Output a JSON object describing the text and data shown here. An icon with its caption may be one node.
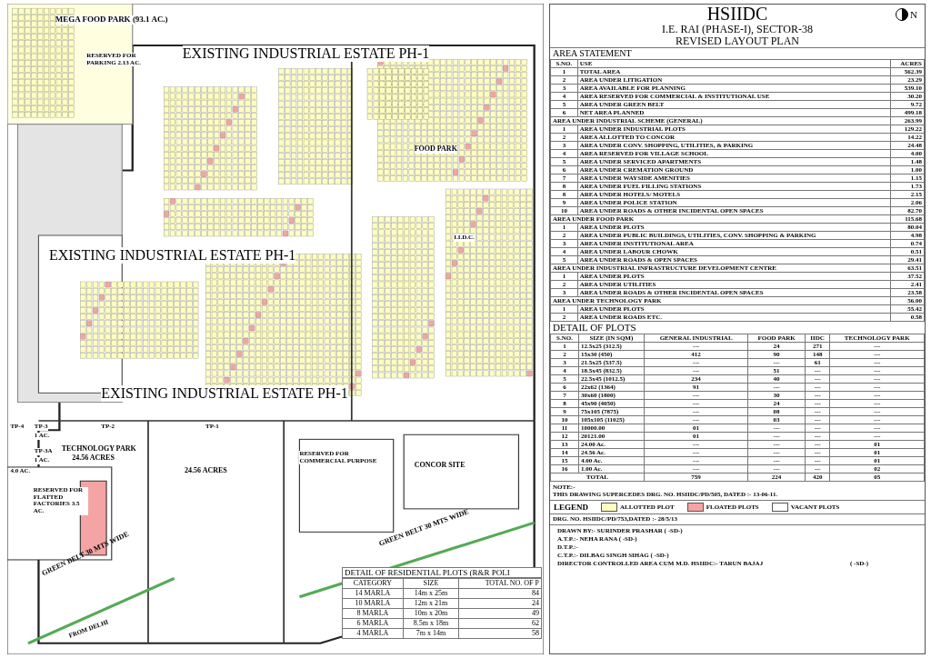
{
  "diagram": {
    "title": "HSIIDC",
    "labels": [
      "I.E. RAI (PHASE-I), SECTOR-38",
      "REVISED LAYOUT PLAN",
      "N",
      "AREA STATEMENT",
      "S.NO.",
      "USE",
      "ACRES",
      "1",
      "TOTAL AREA",
      "562.39",
      "2",
      "AREA UNDER LITIGATION",
      "23.29",
      "3",
      "AREA AVAILABLE FOR PLANNING",
      "539.10",
      "4",
      "AREA RESERVED FOR COMMERCIAL & INSTITUTIONAL USE",
      "30.20",
      "5",
      "AREA UNDER GREEN BELT",
      "9.72",
      "6",
      "NET AREA PLANNED",
      "499.18",
      "AREA UNDER INDUSTRIAL SCHEME (GENERAL)",
      "263.99",
      "1",
      "AREA UNDER INDUSTRIAL PLOTS",
      "129.22",
      "2",
      "AREA ALLOTTED TO CONCOR",
      "14.22",
      "3",
      "AREA UNDER CONV. SHOPPING, UTILITIES, & PARKING",
      "24.48",
      "4",
      "AREA RESERVED FOR VILLAGE SCHOOL",
      "4.00",
      "5",
      "AREA UNDER SERVICED APARTMENTS",
      "1.48",
      "6",
      "AREA UNDER CREMATION GROUND",
      "1.00",
      "7",
      "AREA UNDER WAYSIDE AMENITIES",
      "1.15",
      "8",
      "AREA UNDER FUEL FILLING STATIONS",
      "1.73",
      "8",
      "AREA UNDER HOTELS/ MOTELS",
      "2.15",
      "9",
      "AREA UNDER POLICE STATION",
      "2.06",
      "10",
      "AREA UNDER ROADS & OTHER INCIDENTAL OPEN SPACES",
      "82.70",
      "AREA UNDER FOOD PARK",
      "115.68",
      "1",
      "AREA UNDER PLOTS",
      "80.04",
      "2",
      "AREA UNDER PUBLIC BUILDINGS, UTILITIES, CONV. SHOPPING & PARKING",
      "4.98",
      "3",
      "AREA UNDER INSTITUTIONAL AREA",
      "0.74",
      "4",
      "AREA UNDER LABOUR CHOWK",
      "0.51",
      "5",
      "AREA UNDER ROADS & OPEN SPACES",
      "29.41",
      "AREA UNDER INDUSTRIAL INFRASTRUCTURE DEVELOPMENT CENTRE",
      "63.51",
      "1",
      "AREA UNDER PLOTS",
      "37.52",
      "2",
      "AREA UNDER UTILITIES",
      "2.41",
      "3",
      "AREA UNDER ROADS & OTHER INCIDENTAL OPEN SPACES",
      "23.58",
      "AREA UNDER TECHNOLOGY PARK",
      "56.00",
      "1",
      "AREA UNDER PLOTS",
      "55.42",
      "2",
      "AREA UNDER ROADS ETC.",
      "0.58",
      "DETAIL OF PLOTS",
      "S.NO.",
      "SIZE (IN SQM)",
      "GENERAL INDUSTRIAL",
      "FOOD PARK",
      "IIDC",
      "TECHNOLOGY PARK",
      "1",
      "12.5x25 (312.5)",
      "---",
      "24",
      "271",
      "---",
      "2",
      "15x30 (450)",
      "412",
      "90",
      "148",
      "---",
      "3",
      "21.5x25 (537.5)",
      "---",
      "---",
      "61",
      "---",
      "4",
      "18.5x45 (832.5)",
      "---",
      "51",
      "---",
      "---",
      "5",
      "22.5x45 (1012.5)",
      "234",
      "40",
      "---",
      "---",
      "6",
      "22x62 (1364)",
      "91",
      "---",
      "---",
      "---",
      "7",
      "30x60 (1800)",
      "---",
      "30",
      "---",
      "---",
      "8",
      "45x90 (4050)",
      "---",
      "24",
      "---",
      "---",
      "9",
      "75x105 (7875)",
      "---",
      "08",
      "---",
      "---",
      "10",
      "105x105 (11025)",
      "---",
      "03",
      "---",
      "---",
      "11",
      "10000.00",
      "01",
      "---",
      "---",
      "---",
      "12",
      "20121.00",
      "01",
      "---",
      "---",
      "---",
      "13",
      "24.00 Ac.",
      "---",
      "---",
      "---",
      "01",
      "14",
      "24.56 Ac.",
      "---",
      "---",
      "---",
      "01",
      "15",
      "4.00 Ac.",
      "---",
      "---",
      "---",
      "01",
      "16",
      "1.00 Ac.",
      "---",
      "---",
      "---",
      "02",
      "TOTAL",
      "759",
      "224",
      "420",
      "05",
      "NOTE:-",
      "THIS DRAWING SUPERCEDES DRG. NO. HSIIDC/PD/505, DATED :- 13-06-11.",
      "LEGEND",
      "DRG. NO. HSIIDC/PD/753,DATED :- 28/5/13",
      "DRAWN BY:- SURINDER PRASHAR ( -SD-)",
      "A.T.P.:- NEHA RANA ( -SD-)",
      "D.T.P.:-",
      "C.T.P.:- DILBAG SINGH SIHAG ( -SD-)",
      "( -SD-)",
      "DIRECTOR CONTROLLED AREA CUM M.D. HSIIDC:- TARUN BAJAJ",
      "DETAIL OF RESIDENTIAL PLOTS (R&R POLI",
      "CATEGORY",
      "SIZE",
      "TOTAL NO. OF P",
      "14 MARLA",
      "14m x 25m",
      "84",
      "10 MARLA",
      "12m x 21m",
      "24",
      "8 MARLA",
      "10m x 20m",
      "49",
      "6 MARLA",
      "8.5m x 18m",
      "62",
      "4 MARLA",
      "7m x 14m",
      "58",
      "MEGA FOOD PARK (93.1 AC.)",
      "EXISTING INDUSTRIAL ESTATE PH-1",
      "EXISTING INDUSTRIAL ESTATE PH-1",
      "EXISTING INDUSTRIAL ESTATE PH-1",
      "RESERVED FOR PARKING 2.13 AC.",
      "FOOD PARK",
      "I.I.D.C.",
      "TP-4",
      "4.0 AC.",
      "TP-3",
      "1 AC.",
      "TP-3A",
      "1 AC.",
      "TP-2",
      "TECHNOLOGY PARK",
      "24.56 ACRES",
      "TP-1",
      "24.56 ACRES",
      "RESERVED FOR COMMERCIAL PURPOSE",
      "CONCOR SITE",
      "RESERVED FOR FLATTED FACTORIES 3.5 AC.",
      "GREEN BELT 30 MTS WIDE",
      "GREEN BELT 30 MTS WIDE",
      "FROM DELHI"
    ],
    "legend": [
      {
        "text": "ALLOTTED PLOT",
        "color": "#ffffc0"
      },
      {
        "text": "FLOATED PLOTS",
        "color": "#f4a4a4"
      },
      {
        "text": "VACANT PLOTS",
        "color": "#ffffff"
      }
    ]
  }
}
